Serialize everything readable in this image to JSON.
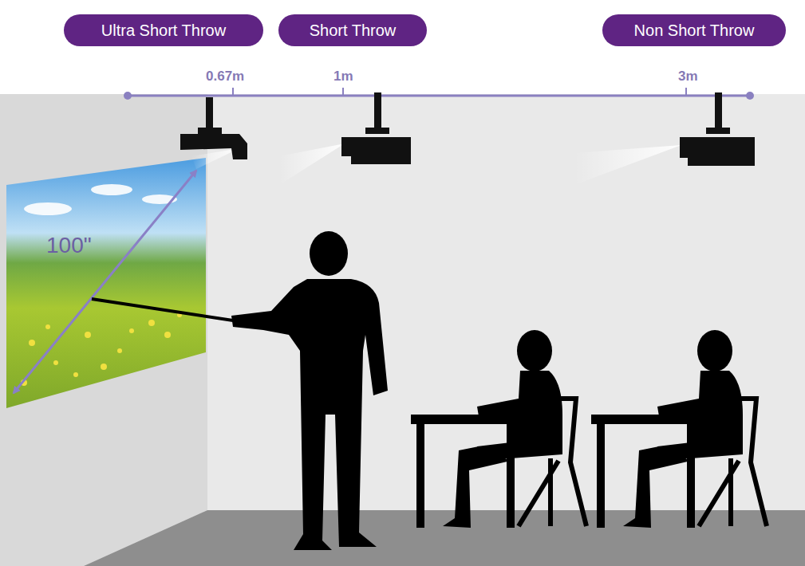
{
  "diagram": {
    "nodes": [
      {
        "text": [
          "Ultra Short Throw"
        ]
      },
      {
        "text": [
          "Short Throw"
        ]
      },
      {
        "text": [
          "Non Short Throw"
        ]
      }
    ],
    "labels": [
      "0.67m",
      "1m",
      "3m",
      "100\""
    ]
  }
}
